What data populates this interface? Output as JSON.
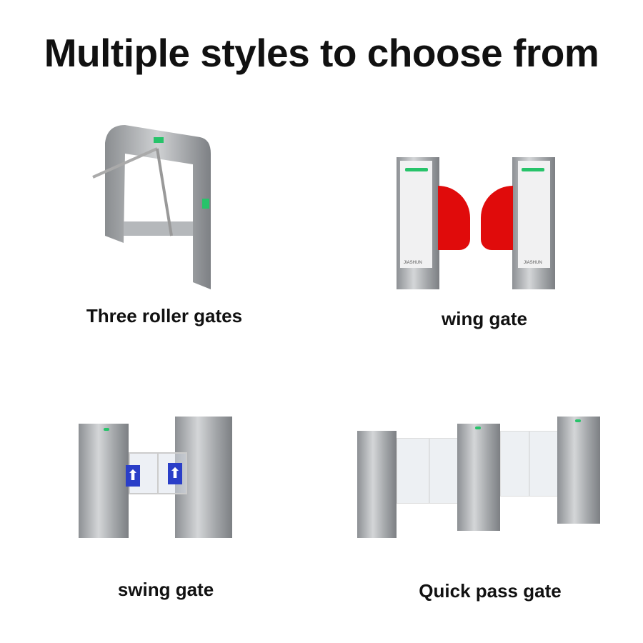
{
  "title": "Multiple styles to choose from",
  "products": [
    {
      "name": "Three roller gates"
    },
    {
      "name": "wing gate",
      "brand": "JIASHUN"
    },
    {
      "name": "swing gate"
    },
    {
      "name": "Quick pass gate"
    }
  ]
}
